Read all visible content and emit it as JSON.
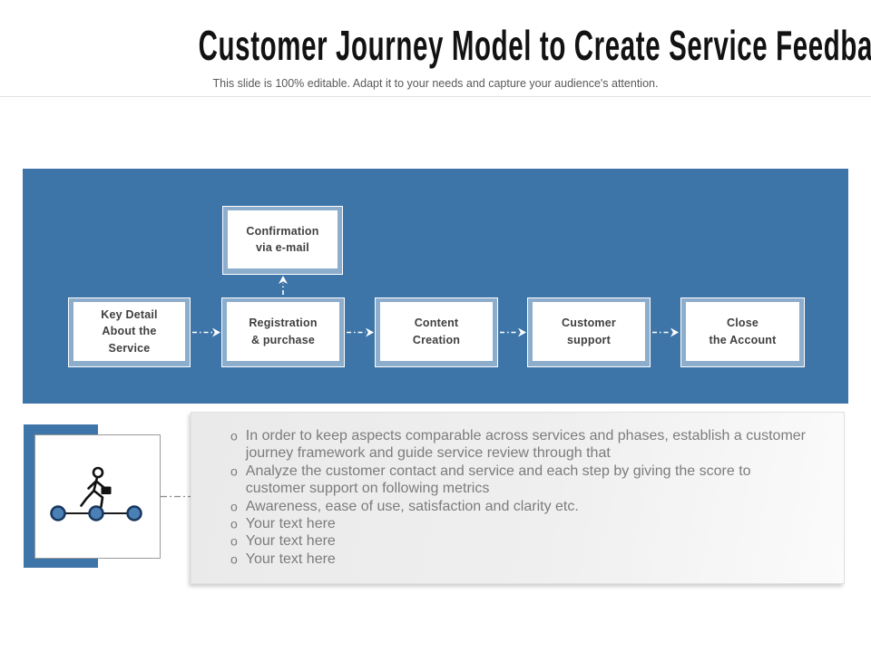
{
  "header": {
    "title": "Customer Journey Model to Create Service Feedback",
    "subtitle": "This slide is 100% editable. Adapt it to your needs and capture your audience's attention."
  },
  "flow": {
    "boxes": {
      "key_detail": {
        "label": "Key Detail\nAbout the\nService"
      },
      "registration": {
        "label": "Registration\n& purchase"
      },
      "confirmation": {
        "label": "Confirmation\nvia e-mail"
      },
      "content_creation": {
        "label": "Content\nCreation"
      },
      "customer_support": {
        "label": "Customer\nsupport"
      },
      "close_account": {
        "label": "Close\nthe Account"
      }
    }
  },
  "notes": {
    "bullet_char": "o",
    "bullets": [
      "In order to keep aspects comparable across services and phases, establish a customer journey framework and guide service review through that",
      "Analyze the customer contact and service and each step by giving the score to customer support on following metrics",
      "Awareness, ease of use, satisfaction and clarity etc.",
      "Your text here",
      "Your text here",
      "Your text here"
    ]
  },
  "colors": {
    "band_blue": "#3e75a8",
    "frame_blue": "#8dadcc",
    "node_fill": "#4a80b5",
    "node_stroke": "#17365d",
    "box_text": "#3f3f3f",
    "muted_text": "#7c7c7c",
    "subtitle_text": "#595959"
  }
}
